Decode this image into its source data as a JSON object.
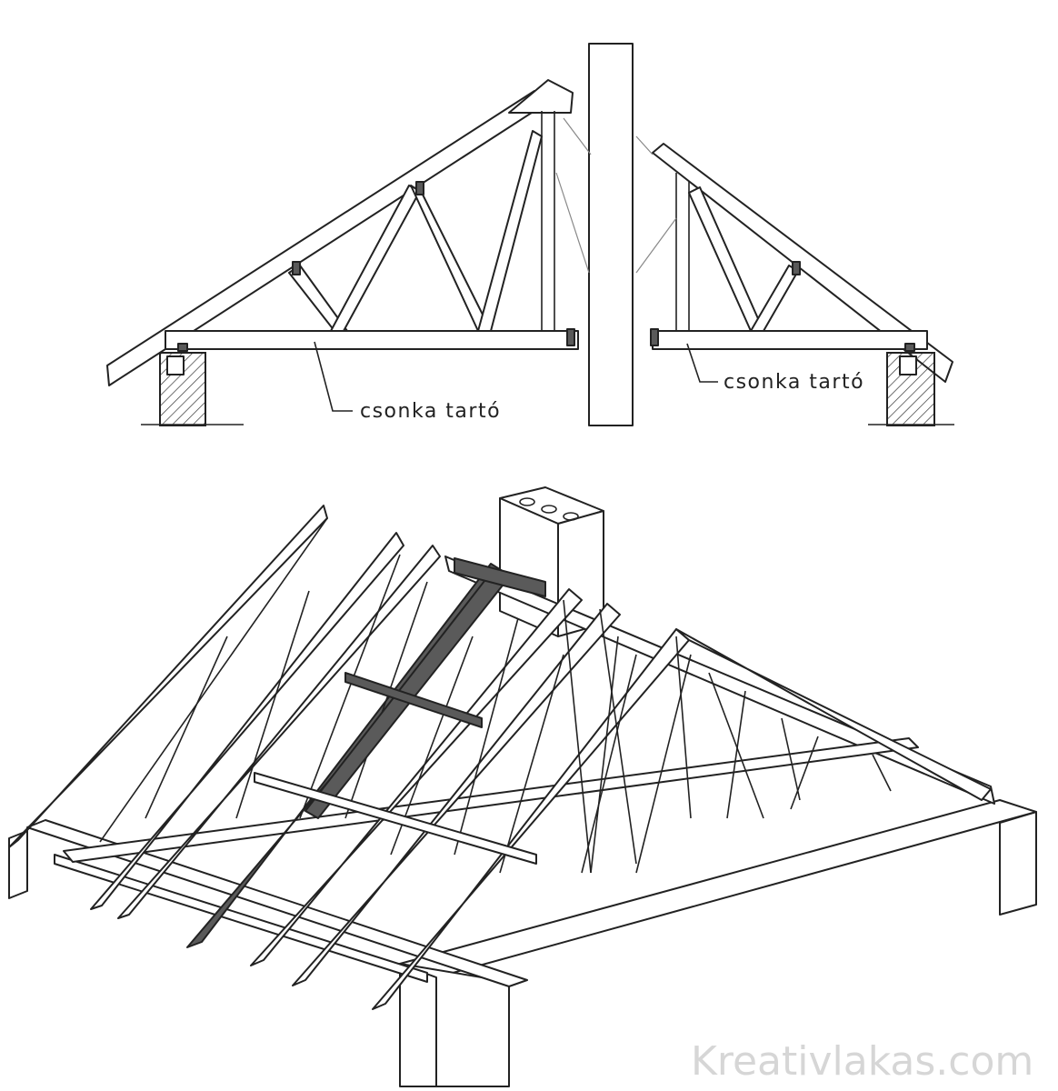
{
  "labels": {
    "left_truss": "csonka tartó",
    "right_truss": "csonka tartó"
  },
  "watermark": "Kreativlakas.com",
  "colors": {
    "line": "#222222",
    "member_fill": "#ffffff",
    "dark_member": "#5a5a5a",
    "watermark": "#d6d6d6"
  }
}
